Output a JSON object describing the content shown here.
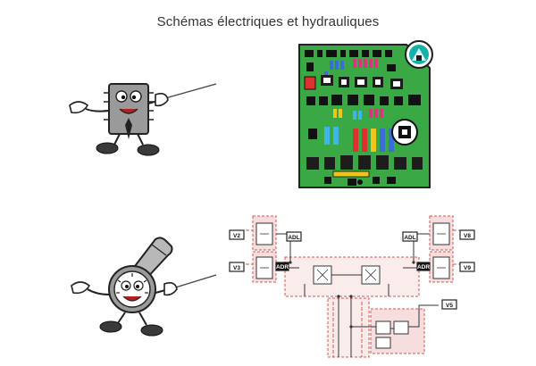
{
  "page": {
    "title": "Schémas électriques et hydrauliques"
  },
  "colors": {
    "board_green": "#39a845",
    "board_dark": "#1d1d1d",
    "dashed_red": "#d9534f",
    "pink_fill": "#f6dede",
    "cartoon_gray": "#9a9a9a",
    "badge_teal": "#17b1a8"
  },
  "illustrations": {
    "circuit_board": {
      "icon": "fuse-box-circuit-board"
    },
    "badge": {
      "icon": "technician-badge-icon"
    },
    "chip_character": {
      "icon": "chip-mascot-with-pointer"
    },
    "gauge_character": {
      "icon": "gauge-mascot-with-pointer"
    }
  },
  "hydraulic_diagram": {
    "labels": {
      "v2": "V2",
      "v3": "V3",
      "v8": "V8",
      "v9": "V9",
      "v5": "V5",
      "adl": "ADL",
      "adr": "ADR"
    }
  }
}
